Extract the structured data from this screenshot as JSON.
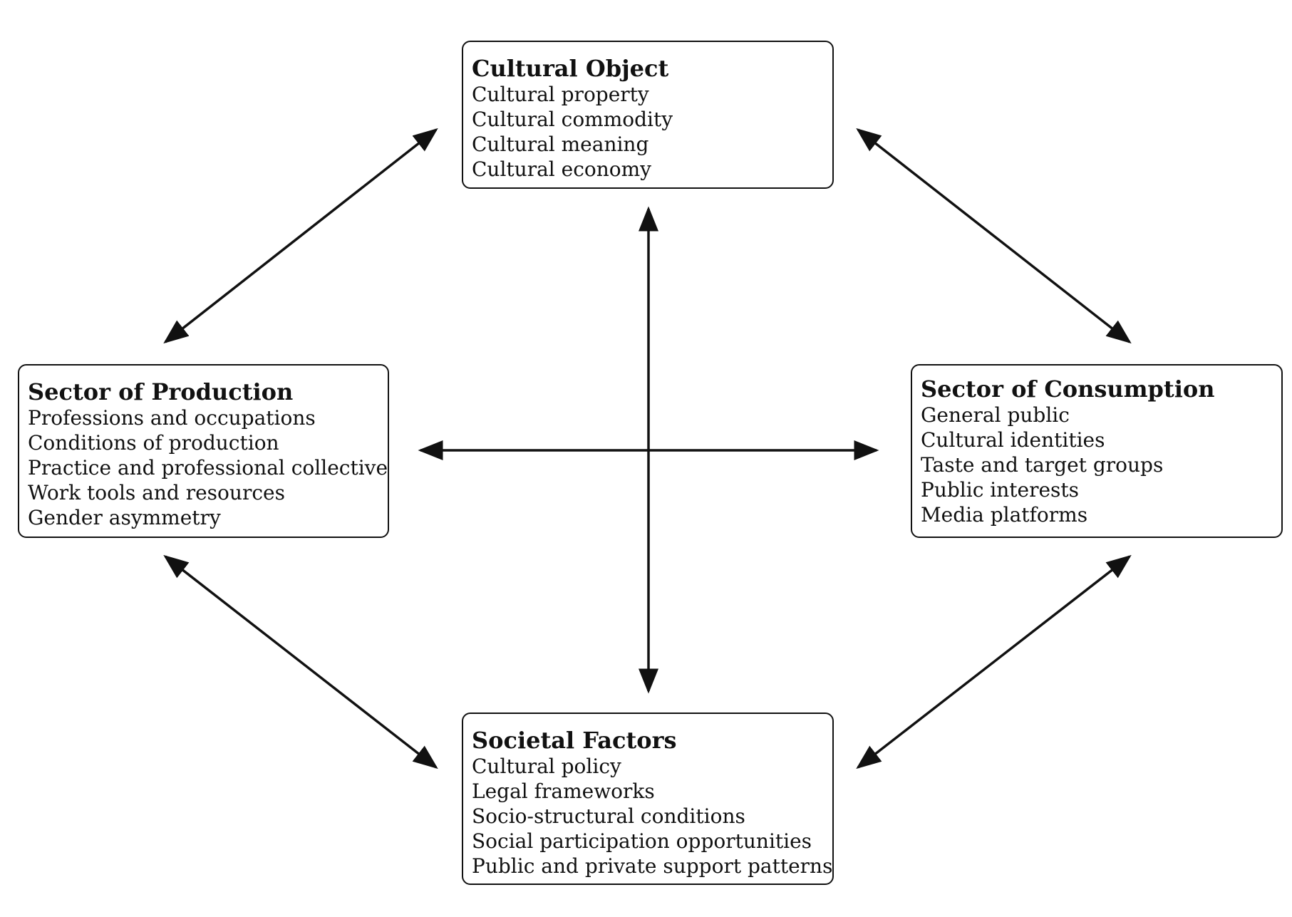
{
  "diagram": {
    "nodes": [
      {
        "id": "object",
        "title": "Cultural Object",
        "items": [
          "Cultural property",
          "Cultural commodity",
          "Cultural meaning",
          "Cultural economy"
        ]
      },
      {
        "id": "production",
        "title": "Sector of Production",
        "items": [
          "Professions and occupations",
          "Conditions of production",
          "Practice and professional collectives",
          "Work tools and resources",
          "Gender asymmetry"
        ]
      },
      {
        "id": "consumption",
        "title": "Sector of Consumption",
        "items": [
          "General public",
          "Cultural identities",
          "Taste and target groups",
          "Public interests",
          "Media platforms"
        ]
      },
      {
        "id": "societal",
        "title": "Societal Factors",
        "items": [
          "Cultural policy",
          "Legal frameworks",
          "Socio-structural conditions",
          "Social participation opportunities",
          "Public and private support patterns"
        ]
      }
    ],
    "connections": [
      {
        "from": "production",
        "to": "object",
        "direction": "bidirectional"
      },
      {
        "from": "object",
        "to": "consumption",
        "direction": "bidirectional"
      },
      {
        "from": "production",
        "to": "societal",
        "direction": "bidirectional"
      },
      {
        "from": "societal",
        "to": "consumption",
        "direction": "bidirectional"
      },
      {
        "from": "object",
        "to": "societal",
        "direction": "bidirectional"
      },
      {
        "from": "production",
        "to": "consumption",
        "direction": "bidirectional"
      }
    ]
  }
}
